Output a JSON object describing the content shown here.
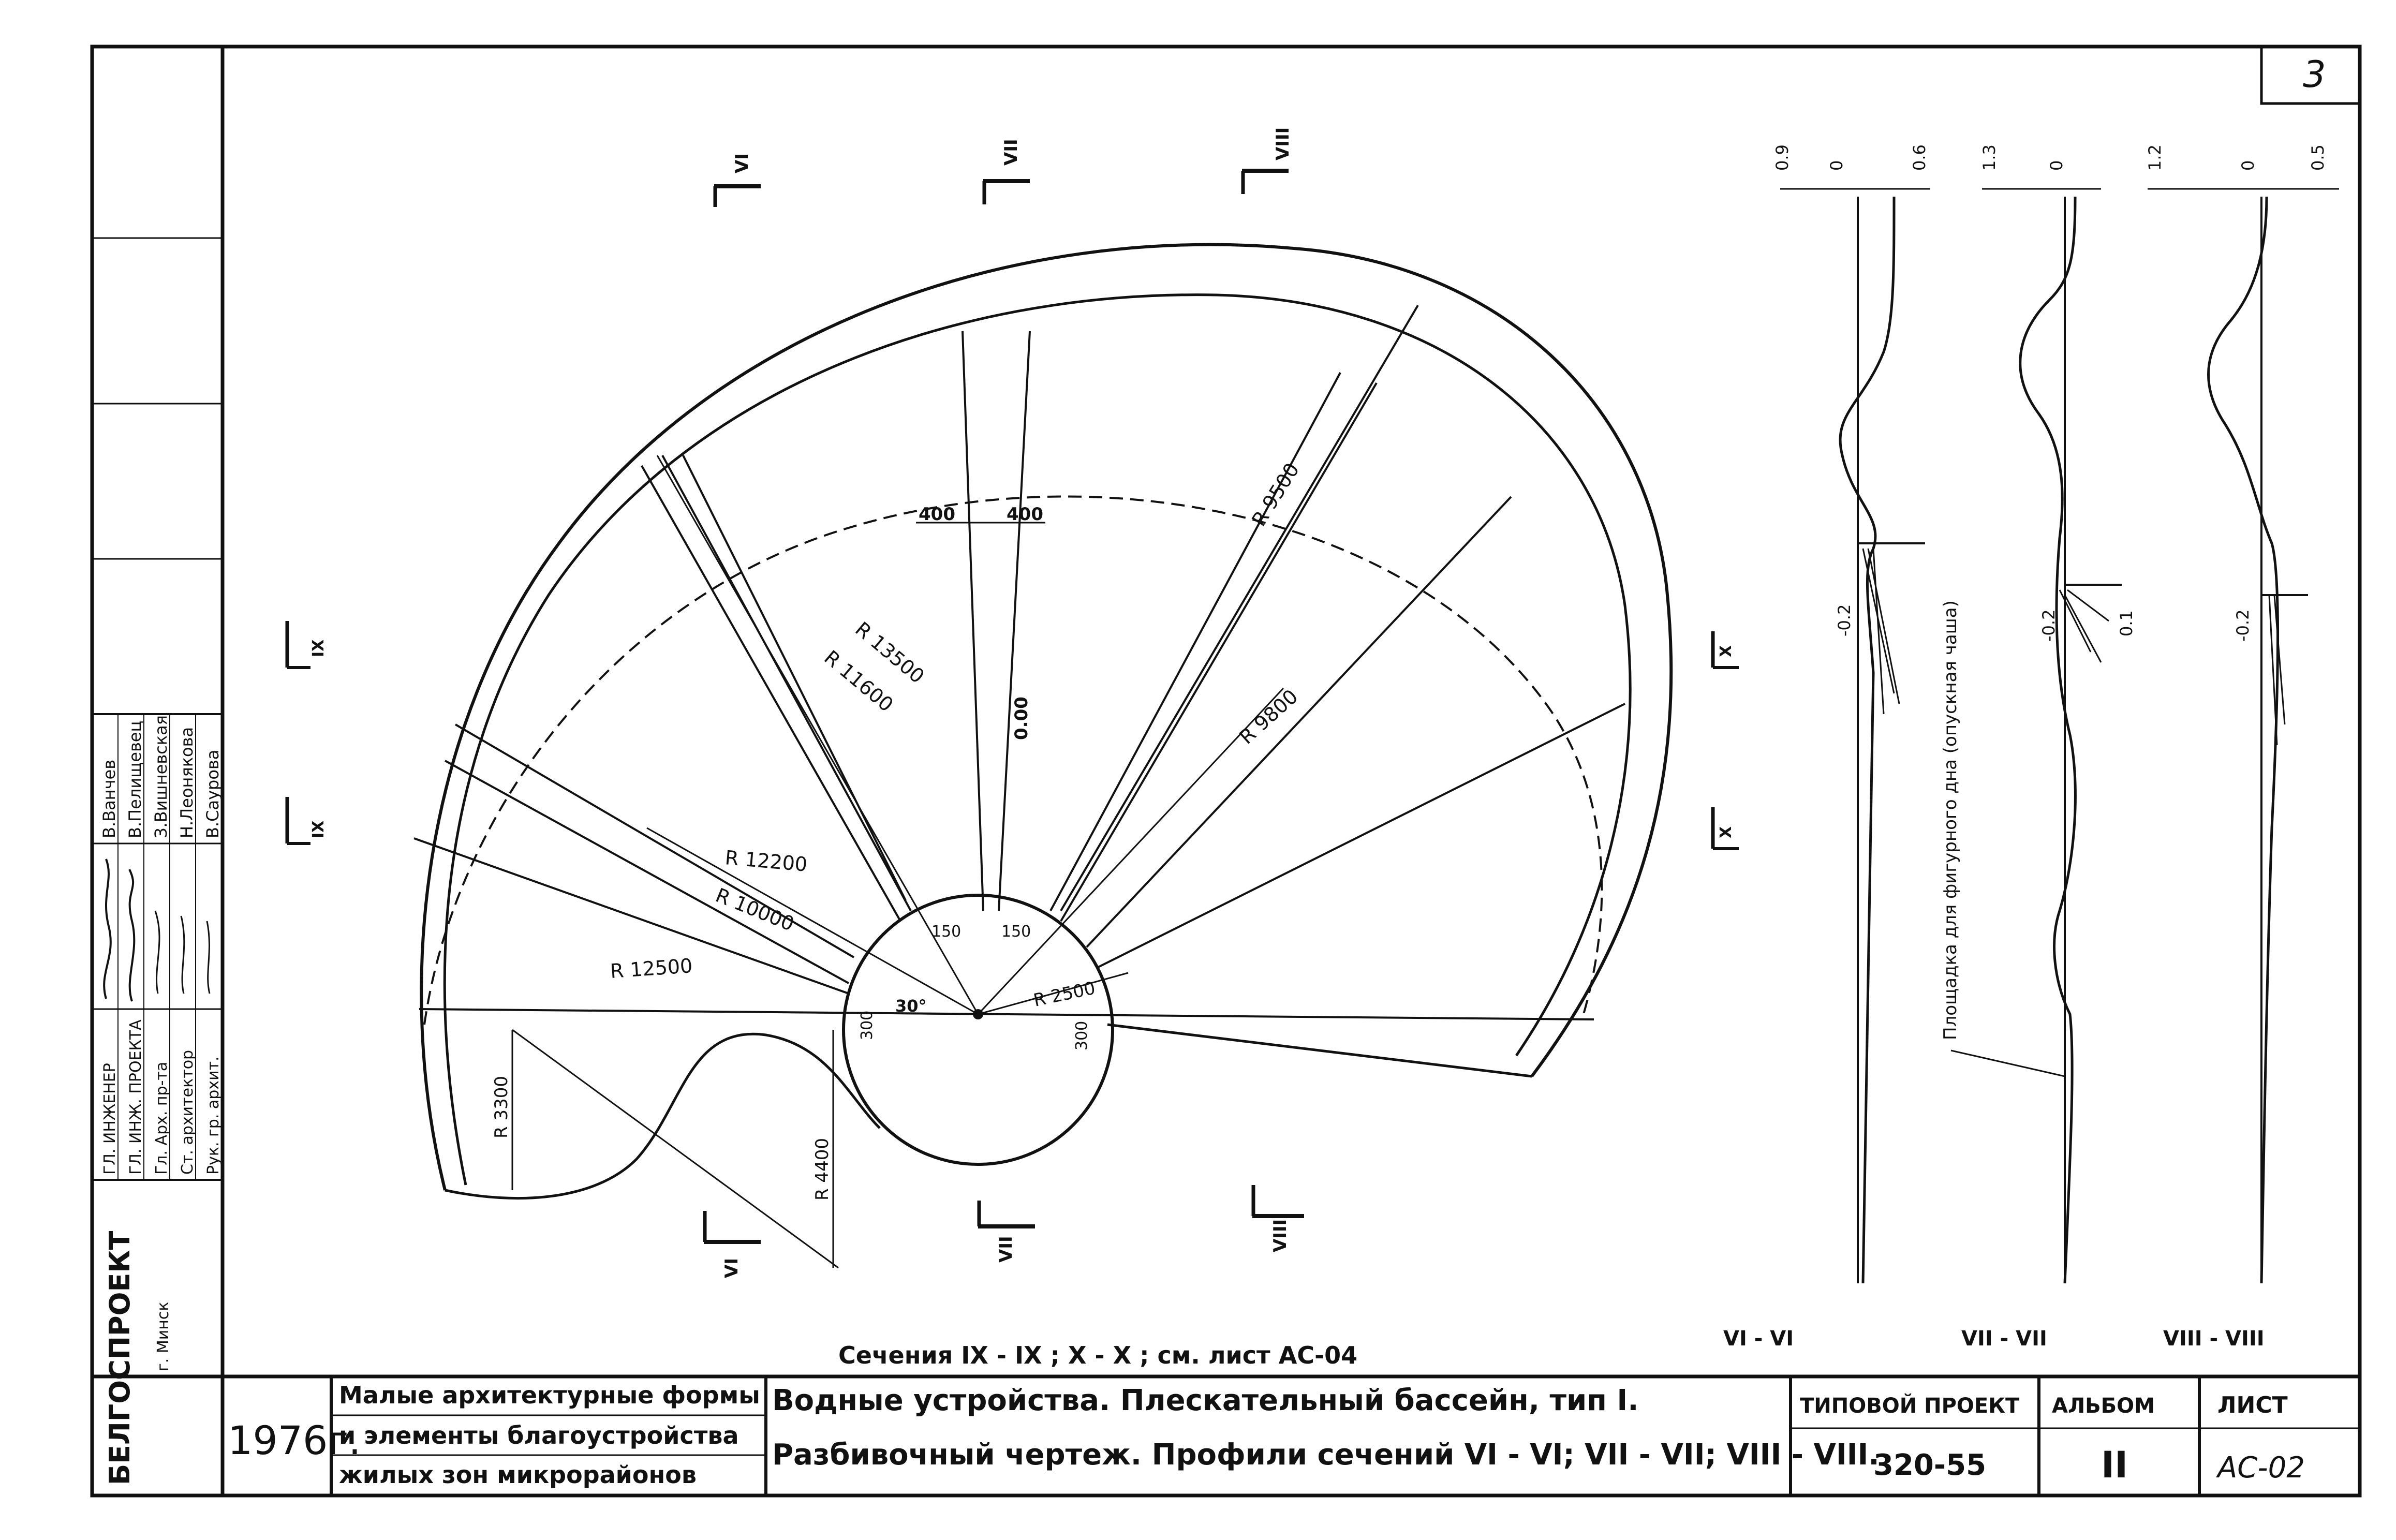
{
  "sheet_number": "3",
  "organization": {
    "name": "БЕЛГОСПРОЕКТ",
    "city": "г. Минск"
  },
  "signatures": [
    {
      "role": "ГЛ. ИНЖЕНЕР",
      "name": "В.Ванчев"
    },
    {
      "role": "ГЛ. ИНЖ. ПРОЕКТА",
      "name": "В.Пелищевец"
    },
    {
      "role": "Гл. Арх. пр-та",
      "name": "З.Вишневская"
    },
    {
      "role": "Ст. архитектор",
      "name": "Н.Леонякова"
    },
    {
      "role": "Рук. гр. архит.",
      "name": "В.Саурова"
    }
  ],
  "title_block": {
    "year": "1976г.",
    "album_theme": [
      "Малые архитектурные формы",
      "и элементы благоустройства",
      "жилых зон микрорайонов"
    ],
    "drawing_title": [
      "Водные устройства. Плескательный бассейн, тип I.",
      "Разбивочный чертеж. Профили сечений VI - VI; VII - VII; VIII - VIII."
    ],
    "project_label": "ТИПОВОЙ ПРОЕКТ",
    "project_number": "320-55",
    "album_label": "АЛЬБОМ",
    "album_number": "II",
    "sheet_label": "ЛИСТ",
    "sheet_code": "АС-02"
  },
  "plan": {
    "radius_labels": [
      "R 13500",
      "R 11600",
      "R 12200",
      "R 10000",
      "R 12500",
      "R 9800",
      "R 9500",
      "R 2500",
      "R 3300",
      "R 4400"
    ],
    "dims": [
      "400",
      "400",
      "150",
      "150",
      "300",
      "300",
      "30°",
      "0.00"
    ],
    "section_markers_top": [
      "VI",
      "VII",
      "VIII"
    ],
    "section_markers_bottom": [
      "VI",
      "VII",
      "VIII"
    ],
    "section_markers_side": [
      "IX",
      "IX",
      "X",
      "X"
    ],
    "note": "Сечения IX - IX ; X - X ; см. лист АС-04"
  },
  "profiles": [
    {
      "label": "VI - VI",
      "levels_top": [
        "0.9",
        "0",
        "0.6"
      ],
      "level_bottom": "-0.2"
    },
    {
      "label": "VII - VII",
      "levels_top": [
        "1.3",
        "0"
      ],
      "level_bottom": "-0.2",
      "level_bottom_2": "0.1",
      "annotation": "Площадка для фигурного дна (опускная чаша)"
    },
    {
      "label": "VIII - VIII",
      "levels_top": [
        "1.2",
        "0",
        "0.5"
      ],
      "level_bottom": "-0.2"
    }
  ]
}
